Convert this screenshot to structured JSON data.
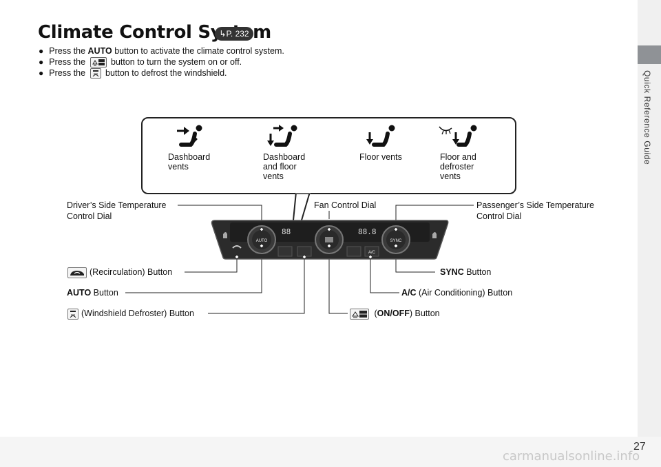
{
  "page": {
    "title": "Climate Control System",
    "page_ref": "P. 232",
    "side_tab": "Quick Reference Guide",
    "page_number": "27",
    "watermark": "carmanualsonline.info"
  },
  "bullets": [
    {
      "before": "Press the ",
      "key": "AUTO",
      "after": " button to activate the climate control system."
    },
    {
      "before": "Press the ",
      "icon": "on-off-button-icon",
      "after": " button to turn the system on or off."
    },
    {
      "before": "Press the ",
      "icon": "front-defroster-icon",
      "after": " button to defrost the windshield."
    }
  ],
  "vent_modes": [
    {
      "label": "Dashboard\nvents",
      "icon": "dashboard-vents-icon"
    },
    {
      "label": "Dashboard\nand floor\nvents",
      "icon": "dashboard-floor-vents-icon"
    },
    {
      "label": "Floor vents",
      "icon": "floor-vents-icon"
    },
    {
      "label": "Floor and\ndefroster\nvents",
      "icon": "floor-defroster-vents-icon"
    }
  ],
  "callouts": {
    "driver_temp": "Driver’s Side Temperature\nControl Dial",
    "fan_dial": "Fan Control Dial",
    "passenger_temp": "Passenger’s Side Temperature\nControl Dial",
    "recirculation": "(Recirculation) Button",
    "sync_bold": "SYNC",
    "sync_rest": " Button",
    "auto_bold": "AUTO",
    "auto_rest": " Button",
    "ac_bold": "A/C",
    "ac_rest": " (Air Conditioning) Button",
    "defroster": "(Windshield Defroster) Button",
    "onoff_open": " (",
    "onoff_bold": "ON/OFF",
    "onoff_rest": ") Button"
  },
  "panel": {
    "auto_label": "AUTO",
    "sync_label": "SYNC",
    "ac_label": "A/C",
    "left_display": "88",
    "right_display": "88.8"
  },
  "colors": {
    "panel": "#2b2b2b",
    "panel_edge": "#555555",
    "dial": "#3a3a3a",
    "line": "#222222"
  }
}
